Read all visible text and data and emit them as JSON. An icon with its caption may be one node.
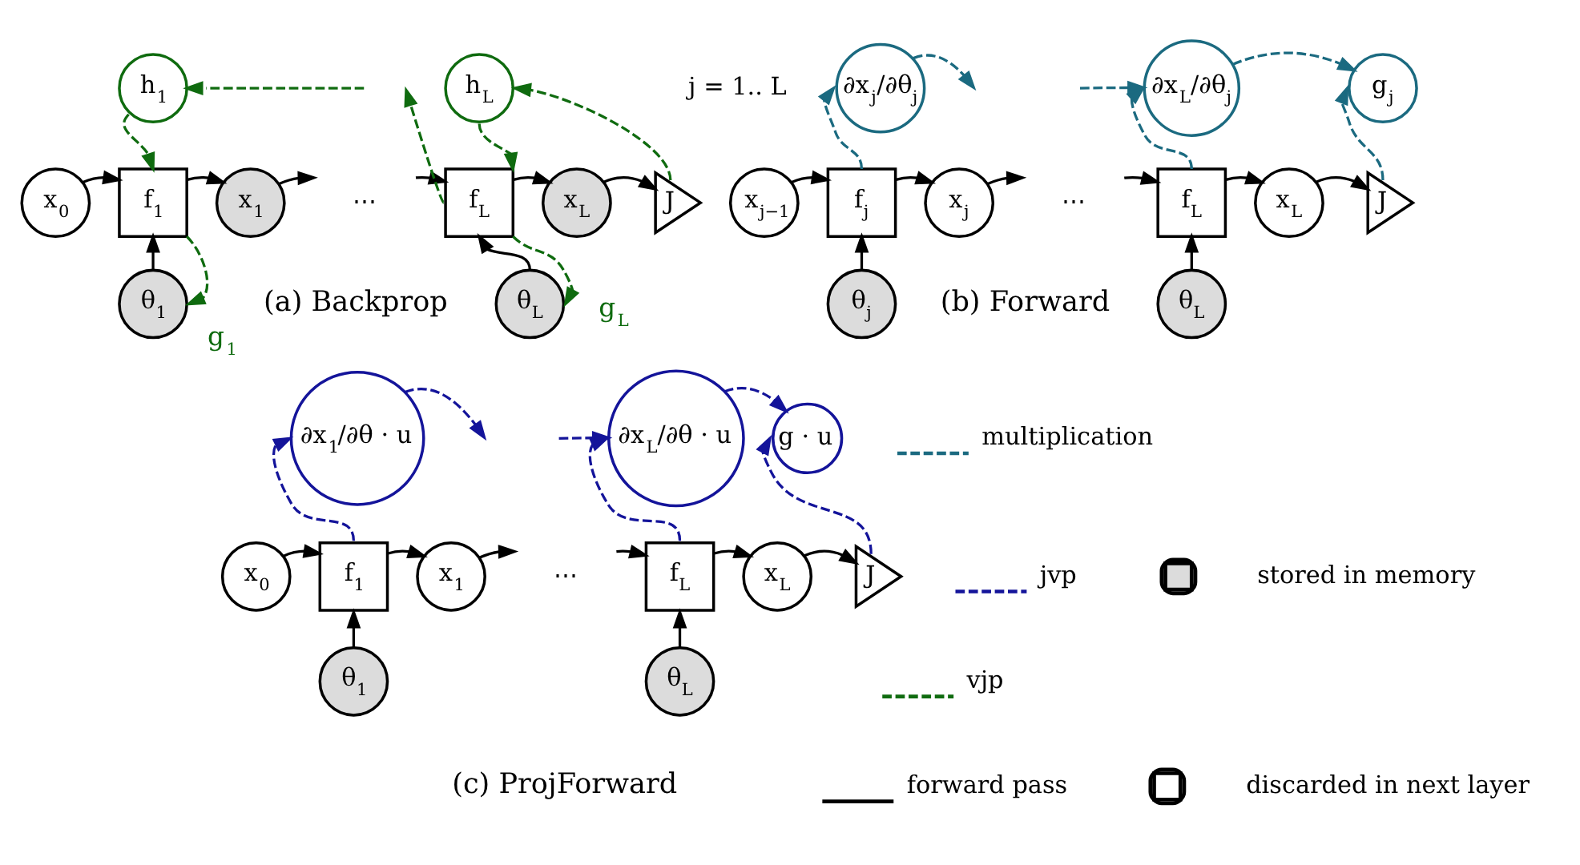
{
  "diagram": {
    "nodes": [
      {
        "text": [
          "x$_{0}$"
        ]
      },
      {
        "text": [
          "f$_{1}$"
        ]
      },
      {
        "text": [
          "x$_{1}$"
        ]
      },
      {
        "text": [
          "⋯"
        ]
      },
      {
        "text": [
          "f$_{L}$"
        ]
      },
      {
        "text": [
          "x$_{L}$"
        ]
      },
      {
        "text": [
          "J"
        ]
      },
      {
        "text": [
          "θ$_{1}$"
        ]
      },
      {
        "text": [
          "θ$_{L}$"
        ]
      },
      {
        "text": [
          "h$_{1}$"
        ]
      },
      {
        "text": [
          "h$_{L}$"
        ]
      },
      {
        "text": [
          "x$_{j−1}$"
        ]
      },
      {
        "text": [
          "f$_{j}$"
        ]
      },
      {
        "text": [
          "x$_{j}$"
        ]
      },
      {
        "text": [
          "⋯"
        ]
      },
      {
        "text": [
          "f$_{L}$"
        ]
      },
      {
        "text": [
          "x$_{L}$"
        ]
      },
      {
        "text": [
          "J"
        ]
      },
      {
        "text": [
          "θ$_{j}$"
        ]
      },
      {
        "text": [
          "θ$_{L}$"
        ]
      },
      {
        "text": [
          "∂x$_{j}$/∂θ$_{j}$"
        ]
      },
      {
        "text": [
          "∂x$_{L}$/∂θ$_{j}$"
        ]
      },
      {
        "text": [
          "g$_{j}$"
        ]
      },
      {
        "text": [
          "x$_{0}$"
        ]
      },
      {
        "text": [
          "f$_{1}$"
        ]
      },
      {
        "text": [
          "x$_{1}$"
        ]
      },
      {
        "text": [
          "⋯"
        ]
      },
      {
        "text": [
          "f$_{L}$"
        ]
      },
      {
        "text": [
          "x$_{L}$"
        ]
      },
      {
        "text": [
          "J"
        ]
      },
      {
        "text": [
          "θ$_{1}$"
        ]
      },
      {
        "text": [
          "θ$_{L}$"
        ]
      },
      {
        "text": [
          "∂x$_{1}$/∂θ · u"
        ]
      },
      {
        "text": [
          "∂x$_{L}$/∂θ · u"
        ]
      },
      {
        "text": [
          "g · u"
        ]
      }
    ],
    "edges": [
      {
        "from": 0,
        "to": 1,
        "arrow": "to"
      },
      {
        "from": 1,
        "to": 2,
        "arrow": "to"
      },
      {
        "from": 2,
        "to": 3,
        "arrow": "to"
      },
      {
        "from": 3,
        "to": 4,
        "arrow": "to"
      },
      {
        "from": 4,
        "to": 5,
        "arrow": "to"
      },
      {
        "from": 5,
        "to": 6,
        "arrow": "to"
      },
      {
        "from": 7,
        "to": 1,
        "arrow": "to"
      },
      {
        "from": 8,
        "to": 4,
        "arrow": "to"
      },
      {
        "from": 9,
        "to": 1,
        "arrow": "to",
        "style": "dashed",
        "color": "#0f6b0f"
      },
      {
        "from": null,
        "to": 9,
        "arrow": "to",
        "style": "dashed",
        "color": "#0f6b0f"
      },
      {
        "from": 4,
        "to": null,
        "arrow": "to",
        "style": "dashed",
        "color": "#0f6b0f"
      },
      {
        "from": 10,
        "to": 4,
        "arrow": "to",
        "style": "dashed",
        "color": "#0f6b0f"
      },
      {
        "from": 6,
        "to": 10,
        "arrow": "to",
        "style": "dashed",
        "color": "#0f6b0f"
      },
      {
        "from": 1,
        "to": 7,
        "arrow": "to",
        "label": "g$_{1}$",
        "style": "dashed",
        "color": "#0f6b0f"
      },
      {
        "from": 4,
        "to": 8,
        "arrow": "to",
        "label": "g$_{L}$",
        "style": "dashed",
        "color": "#0f6b0f"
      },
      {
        "from": 11,
        "to": 12,
        "arrow": "to"
      },
      {
        "from": 12,
        "to": 13,
        "arrow": "to"
      },
      {
        "from": 13,
        "to": 14,
        "arrow": "to"
      },
      {
        "from": 14,
        "to": 15,
        "arrow": "to"
      },
      {
        "from": 15,
        "to": 16,
        "arrow": "to"
      },
      {
        "from": 16,
        "to": 17,
        "arrow": "to"
      },
      {
        "from": 18,
        "to": 12,
        "arrow": "to"
      },
      {
        "from": 19,
        "to": 15,
        "arrow": "to"
      },
      {
        "from": 12,
        "to": 20,
        "arrow": "to",
        "style": "dashed",
        "color": "#1b6a80"
      },
      {
        "from": 20,
        "to": null,
        "arrow": "to",
        "style": "dashed",
        "color": "#1b6a80"
      },
      {
        "from": null,
        "to": 21,
        "arrow": "to",
        "style": "dashed",
        "color": "#1b6a80"
      },
      {
        "from": 15,
        "to": 21,
        "arrow": "to",
        "style": "dashed",
        "color": "#1b6a80"
      },
      {
        "from": 21,
        "to": 22,
        "arrow": "to",
        "style": "dashed",
        "color": "#1b6a80"
      },
      {
        "from": 17,
        "to": 22,
        "arrow": "to",
        "style": "dashed",
        "color": "#1b6a80"
      },
      {
        "from": 23,
        "to": 24,
        "arrow": "to"
      },
      {
        "from": 24,
        "to": 25,
        "arrow": "to"
      },
      {
        "from": 25,
        "to": 26,
        "arrow": "to"
      },
      {
        "from": 26,
        "to": 27,
        "arrow": "to"
      },
      {
        "from": 27,
        "to": 28,
        "arrow": "to"
      },
      {
        "from": 28,
        "to": 29,
        "arrow": "to"
      },
      {
        "from": 30,
        "to": 24,
        "arrow": "to"
      },
      {
        "from": 31,
        "to": 27,
        "arrow": "to"
      },
      {
        "from": 24,
        "to": 32,
        "arrow": "to",
        "style": "dashed",
        "color": "#14149a"
      },
      {
        "from": 32,
        "to": null,
        "arrow": "to",
        "style": "dashed",
        "color": "#14149a"
      },
      {
        "from": null,
        "to": 33,
        "arrow": "to",
        "style": "dashed",
        "color": "#14149a"
      },
      {
        "from": 27,
        "to": 33,
        "arrow": "to",
        "style": "dashed",
        "color": "#14149a"
      },
      {
        "from": 33,
        "to": 34,
        "arrow": "to",
        "style": "dashed",
        "color": "#14149a"
      },
      {
        "from": 29,
        "to": 34,
        "arrow": "to",
        "style": "dashed",
        "color": "#14149a"
      }
    ],
    "labels": [
      "(a) Backprop",
      "j = 1.. L",
      "(b) Forward",
      "(c) ProjForward"
    ],
    "legend": [
      {
        "text": "multiplication"
      },
      {
        "text": "jvp"
      },
      {
        "text": "vjp"
      },
      {
        "text": "forward pass"
      },
      {
        "text": "stored in memory"
      },
      {
        "text": "discarded in next layer"
      }
    ]
  }
}
